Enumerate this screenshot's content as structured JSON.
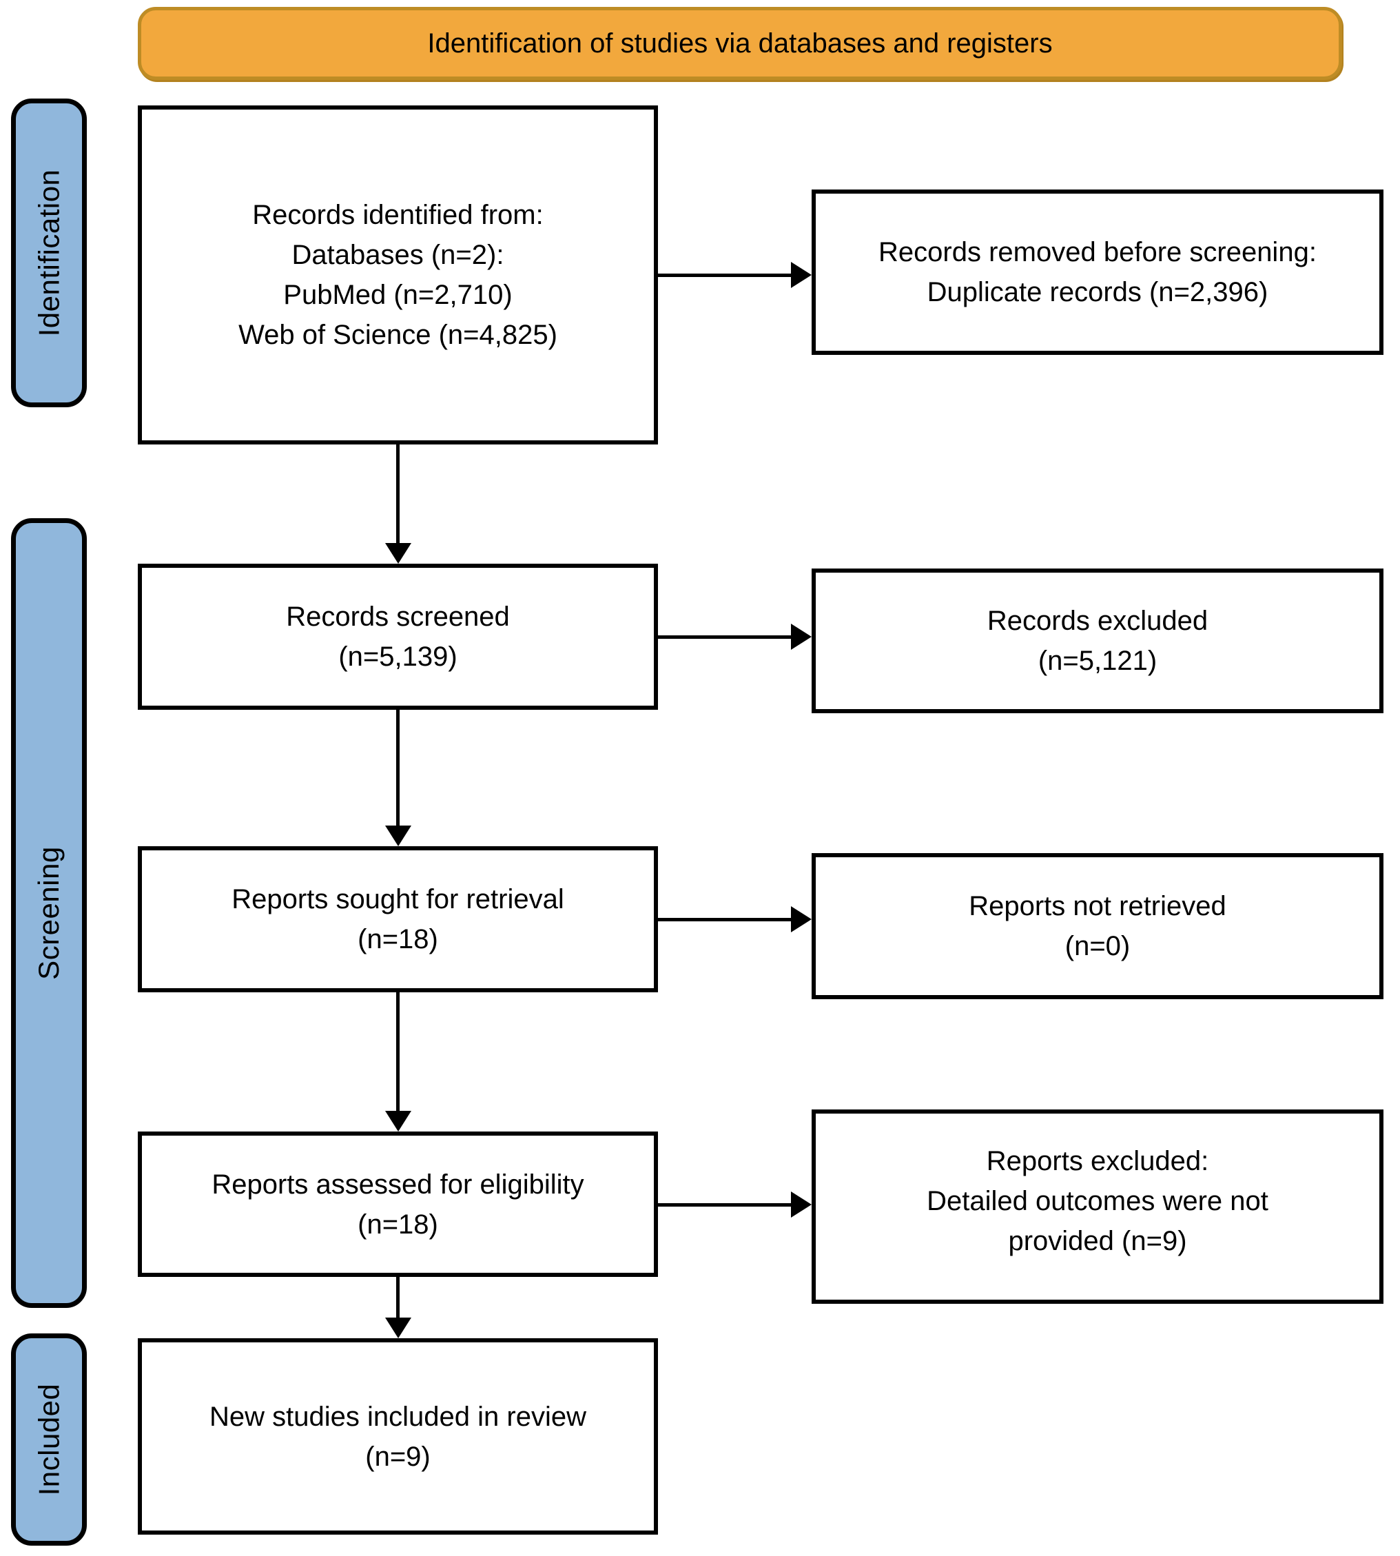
{
  "banner": {
    "title": "Identification of studies via databases and registers",
    "bg_color": "#F2A83D",
    "border_color": "#BE8C25"
  },
  "sidebar": {
    "bg_color": "#90B7DC",
    "labels": [
      "Identification",
      "Screening",
      "Included"
    ]
  },
  "flow": {
    "records_identified": {
      "lines": [
        "Records identified from:",
        "Databases (n=2):",
        "PubMed (n=2,710)",
        "Web of Science (n=4,825)"
      ]
    },
    "records_removed": {
      "lines": [
        "Records removed before screening:",
        "Duplicate records (n=2,396)"
      ]
    },
    "records_screened": {
      "lines": [
        "Records screened",
        "(n=5,139)"
      ]
    },
    "records_excluded": {
      "lines": [
        "Records excluded",
        "(n=5,121)"
      ]
    },
    "reports_sought": {
      "lines": [
        "Reports sought for retrieval",
        "(n=18)"
      ]
    },
    "reports_not_retrieved": {
      "lines": [
        "Reports not retrieved",
        "(n=0)"
      ]
    },
    "reports_assessed": {
      "lines": [
        "Reports assessed for eligibility",
        "(n=18)"
      ]
    },
    "reports_excluded": {
      "lines": [
        "Reports excluded:",
        "Detailed outcomes were not",
        "provided (n=9)"
      ]
    },
    "new_studies_included": {
      "lines": [
        "New studies included in review",
        "(n=9)"
      ]
    }
  }
}
